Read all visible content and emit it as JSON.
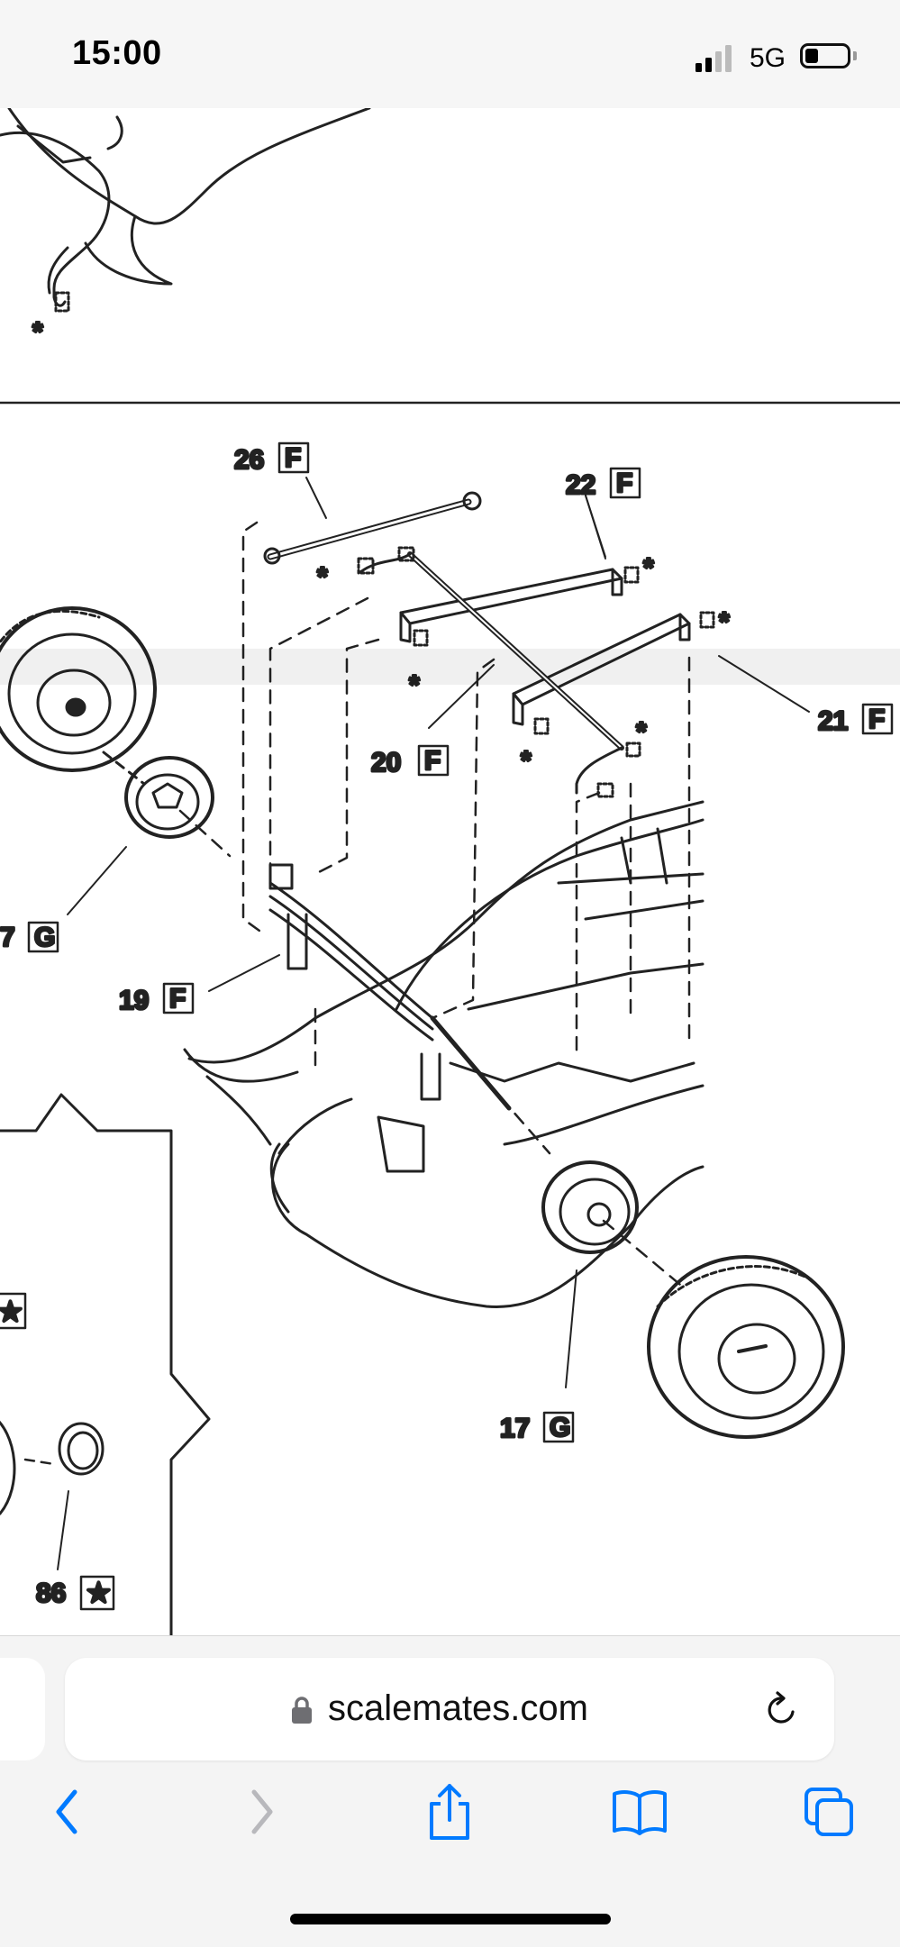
{
  "status_bar": {
    "time": "15:00",
    "network": "5G"
  },
  "diagram": {
    "callouts": {
      "part_26": {
        "number": "26",
        "letter": "F"
      },
      "part_22": {
        "number": "22",
        "letter": "F"
      },
      "part_21": {
        "number": "21",
        "letter": "F"
      },
      "part_20": {
        "number": "20",
        "letter": "F"
      },
      "part_19": {
        "number": "19",
        "letter": "F"
      },
      "part_17_left": {
        "number": "7",
        "letter": "G"
      },
      "part_17_right": {
        "number": "17",
        "letter": "G"
      },
      "part_86": {
        "number": "86",
        "letter": "★"
      },
      "star_box_left": {
        "letter": "★"
      }
    },
    "asterisk": "*"
  },
  "browser": {
    "url": "scalemates.com"
  },
  "icons": {
    "signal": "signal-bars-icon",
    "battery": "battery-icon",
    "lock": "lock-icon",
    "reload": "reload-icon",
    "back": "chevron-left-icon",
    "forward": "chevron-right-icon",
    "share": "share-icon",
    "bookmarks": "book-icon",
    "tabs": "tabs-icon"
  },
  "colors": {
    "accent": "#007aff",
    "disabled": "#b8b8bc"
  }
}
